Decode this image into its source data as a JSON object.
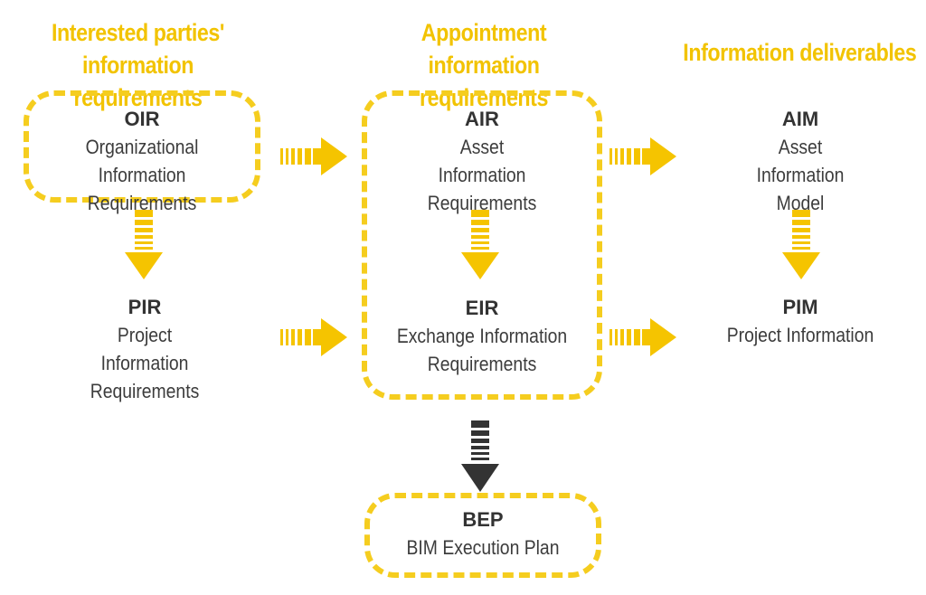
{
  "headings": {
    "interested": "Interested parties' information requirements",
    "appointment": "Appointment information requirements",
    "deliverables": "Information deliverables"
  },
  "nodes": {
    "oir": {
      "abbr": "OIR",
      "full": "Organizational Information Requirements"
    },
    "pir": {
      "abbr": "PIR",
      "full": "Project Information Requirements"
    },
    "air": {
      "abbr": "AIR",
      "full": "Asset Information Requirements"
    },
    "eir": {
      "abbr": "EIR",
      "full": "Exchange Information Requirements"
    },
    "aim": {
      "abbr": "AIM",
      "full": "Asset Information Model"
    },
    "pim": {
      "abbr": "PIM",
      "full": "Project Information"
    },
    "bep": {
      "abbr": "BEP",
      "full": "BIM Execution Plan"
    }
  },
  "colors": {
    "accent": "#f5c400",
    "dark_arrow": "#333333",
    "text": "#3c3c3c"
  }
}
